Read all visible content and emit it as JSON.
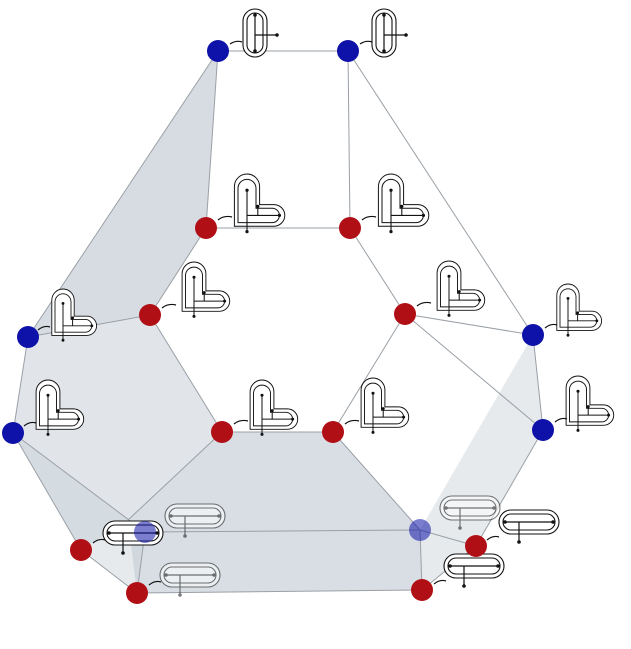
{
  "colors": {
    "vertex_red": "#b10f16",
    "vertex_blue": "#0f12a8",
    "face_fill": "#c8d0d8",
    "edge": "#9aa0a6",
    "glyph_stroke": "#111111"
  },
  "vertices": [
    {
      "id": "v-top-left",
      "color": "blue"
    },
    {
      "id": "v-top-right",
      "color": "blue"
    },
    {
      "id": "v-upper-mid-left",
      "color": "red"
    },
    {
      "id": "v-upper-mid-right",
      "color": "red"
    },
    {
      "id": "v-mid-left",
      "color": "red"
    },
    {
      "id": "v-mid-right",
      "color": "red"
    },
    {
      "id": "v-left-upper",
      "color": "blue"
    },
    {
      "id": "v-right-upper",
      "color": "blue"
    },
    {
      "id": "v-left-lower",
      "color": "blue"
    },
    {
      "id": "v-right-lower",
      "color": "blue"
    },
    {
      "id": "v-center-left",
      "color": "red"
    },
    {
      "id": "v-center-right",
      "color": "red"
    },
    {
      "id": "v-bottom-left-outer",
      "color": "red"
    },
    {
      "id": "v-bottom-left-hidden",
      "color": "blue"
    },
    {
      "id": "v-bottom-right-hidden",
      "color": "blue"
    },
    {
      "id": "v-bottom-right-outer",
      "color": "red"
    },
    {
      "id": "v-bottom-left",
      "color": "red"
    },
    {
      "id": "v-bottom-right",
      "color": "red"
    }
  ]
}
